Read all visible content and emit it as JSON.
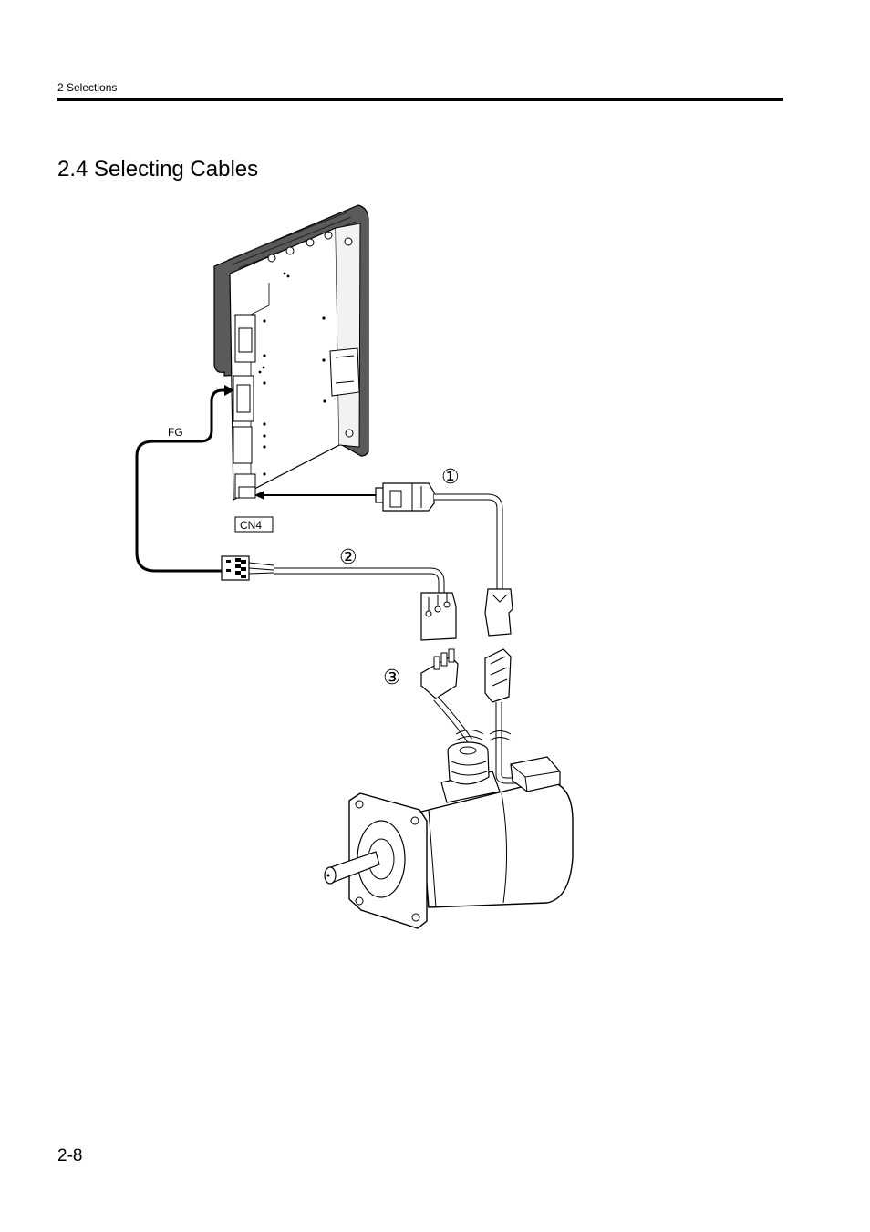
{
  "header": {
    "running_title": "2 Selections"
  },
  "section": {
    "title": "2.4  Selecting Cables"
  },
  "figure": {
    "label_fg": "FG",
    "label_cn4": "CN4",
    "callout_1": "①",
    "callout_2": "②",
    "callout_3": "③"
  },
  "footer": {
    "page_number": "2-8"
  }
}
